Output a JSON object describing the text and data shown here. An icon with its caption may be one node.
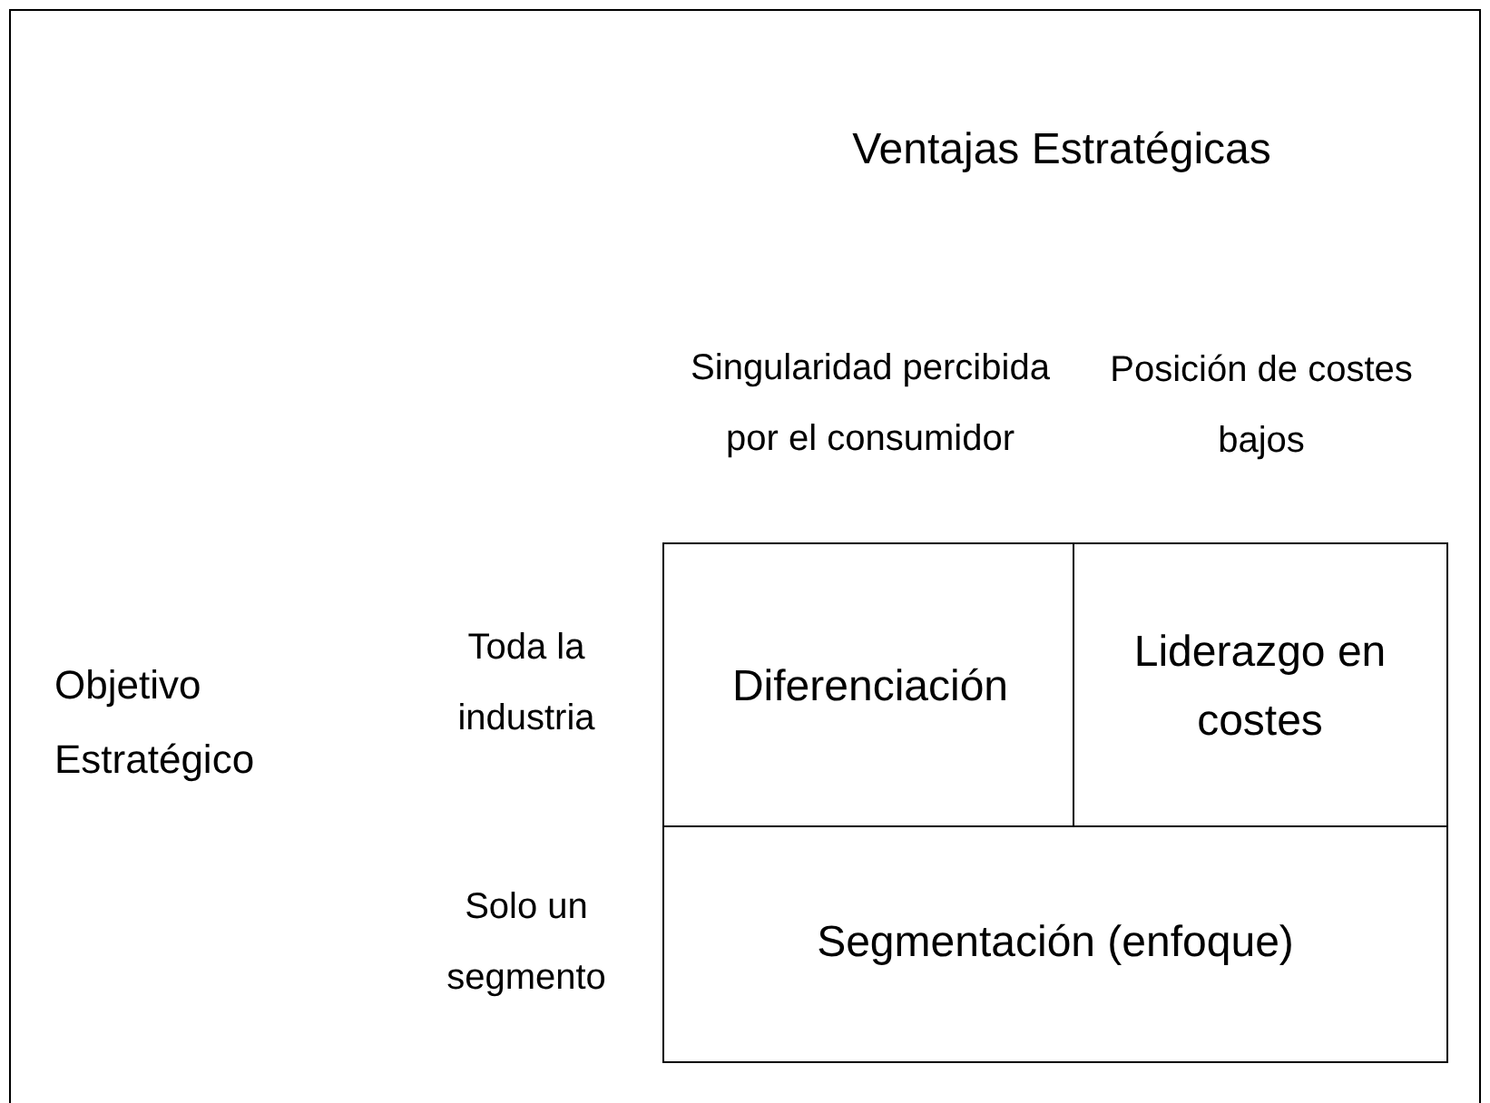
{
  "diagram": {
    "nodes": [
      {
        "text": [
          "Diferenciación"
        ]
      },
      {
        "text": [
          "Liderazgo en costes"
        ]
      },
      {
        "text": [
          "Segmentación (enfoque)"
        ]
      }
    ],
    "labels": [
      "Ventajas Estratégicas",
      "Singularidad percibida por el consumidor",
      "Posición de costes bajos",
      "Objetivo Estratégico",
      "Toda la industria",
      "Solo un segmento"
    ]
  }
}
